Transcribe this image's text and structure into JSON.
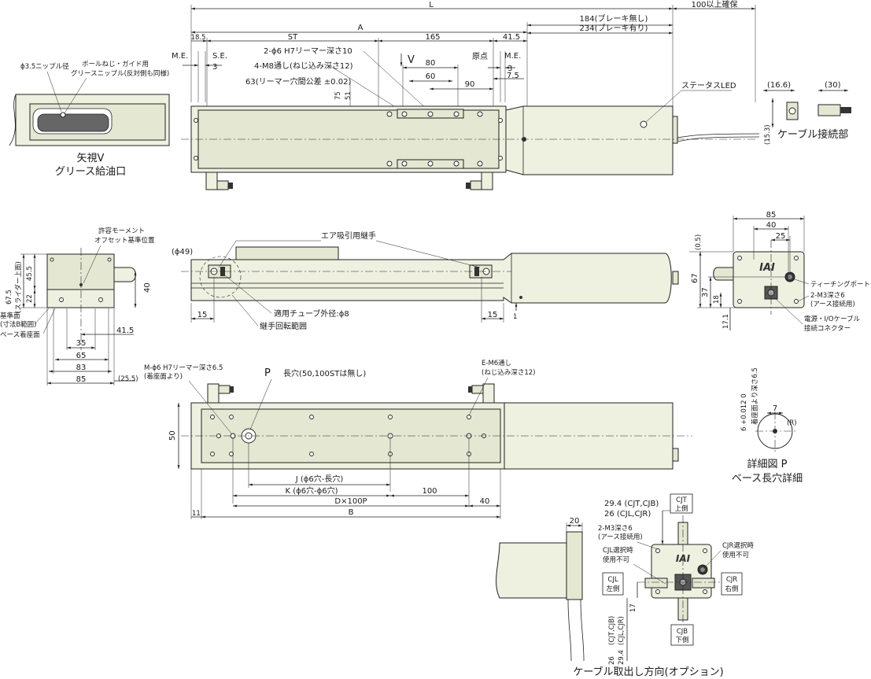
{
  "top_view": {
    "dims": {
      "L": "L",
      "A": "A",
      "extra": "100以上確保",
      "brake_none": "184(ブレーキ無し)",
      "brake_yes": "234(ブレーキ有り)",
      "d18_5": "18.5",
      "ST": "ST",
      "d165": "165",
      "d41_5": "41.5",
      "ME_left": "M.E.",
      "SE": "S.E.",
      "d3_left": "3",
      "origin": "原点",
      "ME_right": "M.E.",
      "d3_right": "3",
      "d7_5": "7.5",
      "d80": "80",
      "d60": "60",
      "d90": "90",
      "d75": "75",
      "d51": "51",
      "view_mark": "V",
      "d16_6": "(16.6)",
      "d30": "(30)",
      "d15_3": "(15.3)"
    },
    "notes": {
      "reamer": "2-ϕ6 H7リーマー深さ10",
      "m8": "4-M8通し(ねじ込み深さ12)",
      "pitch": "63(リーマー穴間公差 ±0.02)",
      "status_led": "ステータスLED",
      "cable_part": "ケーブル接続部"
    }
  },
  "grease_view": {
    "nipple": "ϕ3.5ニップル径",
    "ball_screw": "ボールねじ・ガイド用",
    "grease_nipple": "グリースニップル(反対側も同様)",
    "title1": "矢視V",
    "title2": "グリース給油口"
  },
  "end_view": {
    "moment_1": "許容モーメント",
    "moment_2": "オフセット基準位置",
    "d45_5": "45.5",
    "d67_5": "67.5",
    "slider_top": "(スライダー上面)",
    "d22": "22",
    "d40": "40",
    "ref_face": "基準面",
    "ref_range": "(寸法B範囲)",
    "base_face": "ベース着座面",
    "d41_5": "41.5",
    "d35": "35",
    "d65": "65",
    "d83": "83",
    "d85": "85",
    "d25_5": "(25.5)"
  },
  "side_view": {
    "phi49": "(ϕ49)",
    "air": "エア吸引用継手",
    "tube": "適用チューブ外径:ϕ8",
    "rotation": "継手回転範囲",
    "d15_left": "15",
    "d15_right": "15",
    "d1": "1"
  },
  "motor_end_view": {
    "d85": "85",
    "d40": "40",
    "d25": "25",
    "d0_5": "(0.5)",
    "d67": "67",
    "d37": "37",
    "d18": "18",
    "d17_1": "17.1",
    "teaching": "ティーチングポート",
    "m3": "2-M3深さ6",
    "m3_note": "(アース接続用)",
    "power_1": "電源・I/Oケーブル",
    "power_2": "接続コネクター",
    "logo": "IAI"
  },
  "bottom_view": {
    "m_reamer": "M-ϕ6 H7リーマー深さ6.5",
    "m_reamer_2": "(着座面より)",
    "P": "P",
    "slot": "長穴(50,100STは無し)",
    "e_m6": "E-M6通し",
    "e_m6_2": "(ねじ込み深さ12)",
    "d50": "50",
    "J": "J (ϕ6穴-長穴)",
    "K": "K (ϕ6穴-ϕ6穴)",
    "d100": "100",
    "D": "D×100P",
    "d40": "40",
    "d11": "11",
    "B": "B"
  },
  "detail_p": {
    "depth": "着座面より深さ6.5",
    "tol": "6 +0.012 0",
    "d7": "7",
    "R": "(R)",
    "title1": "詳細図 P",
    "title2": "ベース長穴詳細"
  },
  "cable_option": {
    "d20": "20",
    "cjt_29": "29.4 (CJT,CJB)",
    "cjl_26": "26 (CJL,CJR)",
    "cjt": "CJT",
    "upper": "上側",
    "m3": "2-M3深さ6",
    "m3_note": "(アース接続用)",
    "cjl_sel": "CJL選択時",
    "unusable": "使用不可",
    "cjr_sel": "CJR選択時",
    "unusable2": "使用不可",
    "cjl": "CJL",
    "left": "左側",
    "cjr": "CJR",
    "right": "右側",
    "d17": "17",
    "side_a": "(CJT,CJB)",
    "side_b": "(CJL,CJR)",
    "d26": "26",
    "d29_4": "29.4",
    "cjb": "CJB",
    "lower": "下側",
    "logo": "IAI",
    "title": "ケーブル取出し方向(オプション)"
  }
}
